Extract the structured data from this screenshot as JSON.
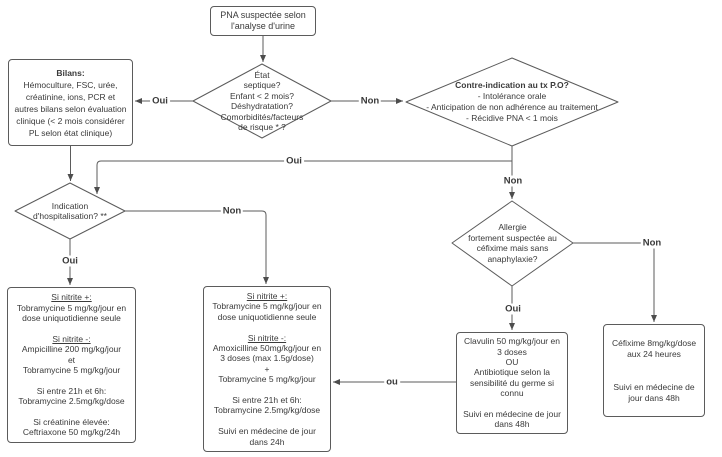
{
  "diagram": {
    "colors": {
      "line": "#5b5b5b",
      "text": "#3a3a3a",
      "background": "#ffffff",
      "arrow": "#4d4d4d"
    },
    "nodes": {
      "start": {
        "lines": [
          {
            "t": "PNA suspectée selon"
          },
          {
            "t": "l'analyse d'urine"
          }
        ]
      },
      "decision_etat_septique": {
        "lines": [
          {
            "t": "État"
          },
          {
            "t": "septique?"
          },
          {
            "t": "Enfant < 2 mois?"
          },
          {
            "t": "Déshydratation?"
          },
          {
            "t": "Comorbidités/facteurs"
          },
          {
            "t": "de risque * ?"
          }
        ]
      },
      "bilans": {
        "lines": [
          {
            "t": "Bilans:",
            "s": "b"
          },
          {
            "t": "Hémoculture, FSC, urée,"
          },
          {
            "t": "créatinine, ions, PCR et"
          },
          {
            "t": "autres bilans selon évaluation"
          },
          {
            "t": "clinique (< 2 mois considérer"
          },
          {
            "t": "PL selon état clinique)"
          }
        ]
      },
      "decision_contre_indication": {
        "lines": [
          {
            "t": "Contre-indication au tx P.O?",
            "s": "b"
          },
          {
            "t": "- Intolérance orale"
          },
          {
            "t": "- Anticipation de non adhérence au traitement"
          },
          {
            "t": "- Récidive PNA < 1 mois"
          }
        ]
      },
      "decision_hospitalisation": {
        "lines": [
          {
            "t": "Indication"
          },
          {
            "t": "d'hospitalisation? **"
          }
        ]
      },
      "decision_allergie": {
        "lines": [
          {
            "t": "Allergie"
          },
          {
            "t": "fortement suspectée au"
          },
          {
            "t": "céfixime mais sans"
          },
          {
            "t": "anaphylaxie?"
          }
        ]
      },
      "tx_hospitalisation": {
        "lines": [
          {
            "t": "Si nitrite +:",
            "s": "u"
          },
          {
            "t": "Tobramycine 5 mg/kg/jour en"
          },
          {
            "t": "dose uniquotidienne seule"
          },
          {
            "t": ""
          },
          {
            "t": "Si nitrite -:",
            "s": "u"
          },
          {
            "t": "Ampicilline 200 mg/kg/jour"
          },
          {
            "t": "et"
          },
          {
            "t": "Tobramycine 5 mg/kg/jour"
          },
          {
            "t": ""
          },
          {
            "t": "Si entre 21h et 6h:"
          },
          {
            "t": "Tobramycine 2.5mg/kg/dose"
          },
          {
            "t": ""
          },
          {
            "t": "Si créatinine élevée:"
          },
          {
            "t": "Ceftriaxone 50 mg/kg/24h"
          }
        ]
      },
      "tx_ambulatoire": {
        "lines": [
          {
            "t": "Si nitrite +:",
            "s": "u"
          },
          {
            "t": "Tobramycine 5 mg/kg/jour en"
          },
          {
            "t": "dose uniquotidienne seule"
          },
          {
            "t": ""
          },
          {
            "t": "Si nitrite -:",
            "s": "u"
          },
          {
            "t": "Amoxicilline 50mg/kg/jour en"
          },
          {
            "t": "3 doses (max 1.5g/dose)"
          },
          {
            "t": "+"
          },
          {
            "t": "Tobramycine 5 mg/kg/jour"
          },
          {
            "t": ""
          },
          {
            "t": "Si entre 21h et 6h:"
          },
          {
            "t": "Tobramycine 2.5mg/kg/dose"
          },
          {
            "t": ""
          },
          {
            "t": "Suivi en médecine de jour"
          },
          {
            "t": "dans 24h"
          }
        ]
      },
      "tx_clavulin": {
        "lines": [
          {
            "t": "Clavulin 50 mg/kg/jour en"
          },
          {
            "t": "3 doses"
          },
          {
            "t": "OU"
          },
          {
            "t": "Antibiotique selon la"
          },
          {
            "t": "sensibilité du germe si"
          },
          {
            "t": "connu"
          },
          {
            "t": ""
          },
          {
            "t": "Suivi en médecine de jour"
          },
          {
            "t": "dans 48h"
          }
        ]
      },
      "tx_cefixime": {
        "lines": [
          {
            "t": "Céfixime 8mg/kg/dose"
          },
          {
            "t": "aux 24 heures"
          },
          {
            "t": ""
          },
          {
            "t": ""
          },
          {
            "t": "Suivi en médecine de"
          },
          {
            "t": "jour dans 48h"
          }
        ]
      }
    },
    "edge_labels": {
      "oui_bilans": "Oui",
      "non_contre_indication": "Non",
      "oui_hospitalisation": "Oui",
      "non_allergie": "Non",
      "oui_tx_hospitalisation": "Oui",
      "non_tx_ambulatoire": "Non",
      "oui_clavulin": "Oui",
      "non_cefixime": "Non",
      "ou_alternative": "ou"
    }
  }
}
